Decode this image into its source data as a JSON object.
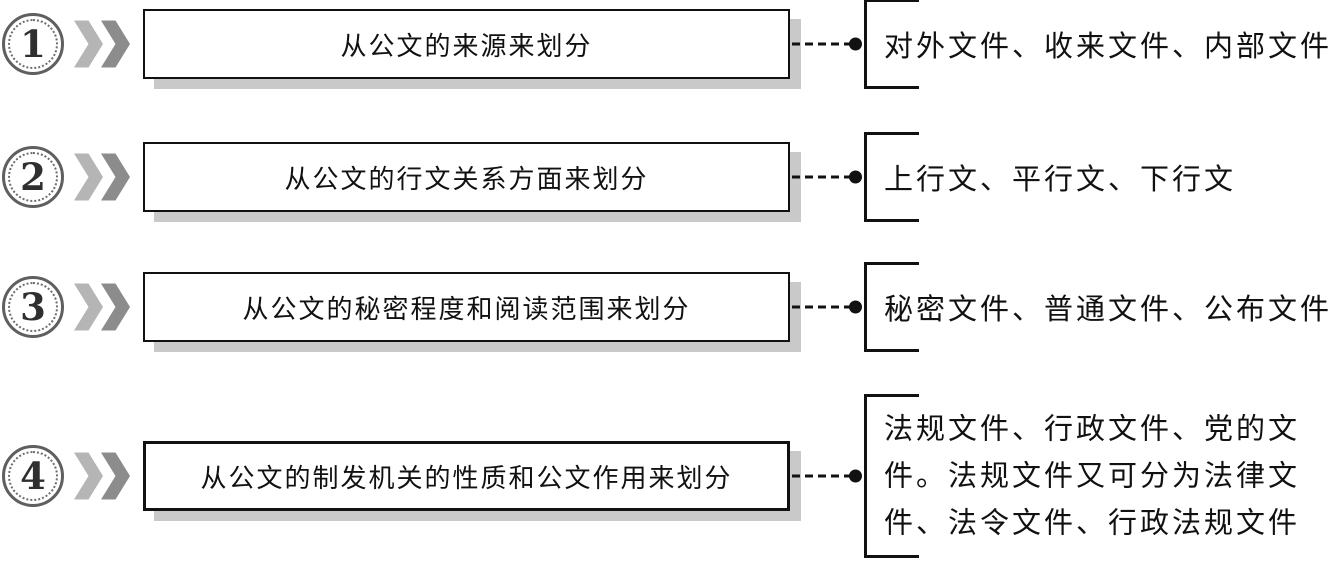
{
  "diagram": {
    "description_topic": "公文分类示意图",
    "colors": {
      "outline": "#1a1a1a",
      "box_shadow": "#c9c9c9",
      "chevron_light": "#b5b5b5",
      "chevron_dark": "#8c8c8c",
      "badge_ring": "#5f5f5f",
      "background": "#ffffff"
    },
    "rows": [
      {
        "number": "1",
        "box_label": "从公文的来源来划分",
        "result": "对外文件、收来文件、内部文件"
      },
      {
        "number": "2",
        "box_label": "从公文的行文关系方面来划分",
        "result": "上行文、平行文、下行文"
      },
      {
        "number": "3",
        "box_label": "从公文的秘密程度和阅读范围来划分",
        "result": "秘密文件、普通文件、公布文件"
      },
      {
        "number": "4",
        "box_label": "从公文的制发机关的性质和公文作用来划分",
        "result": "法规文件、行政文件、党的文件。法规文件又可分为法律文件、法令文件、行政法规文件"
      }
    ]
  }
}
